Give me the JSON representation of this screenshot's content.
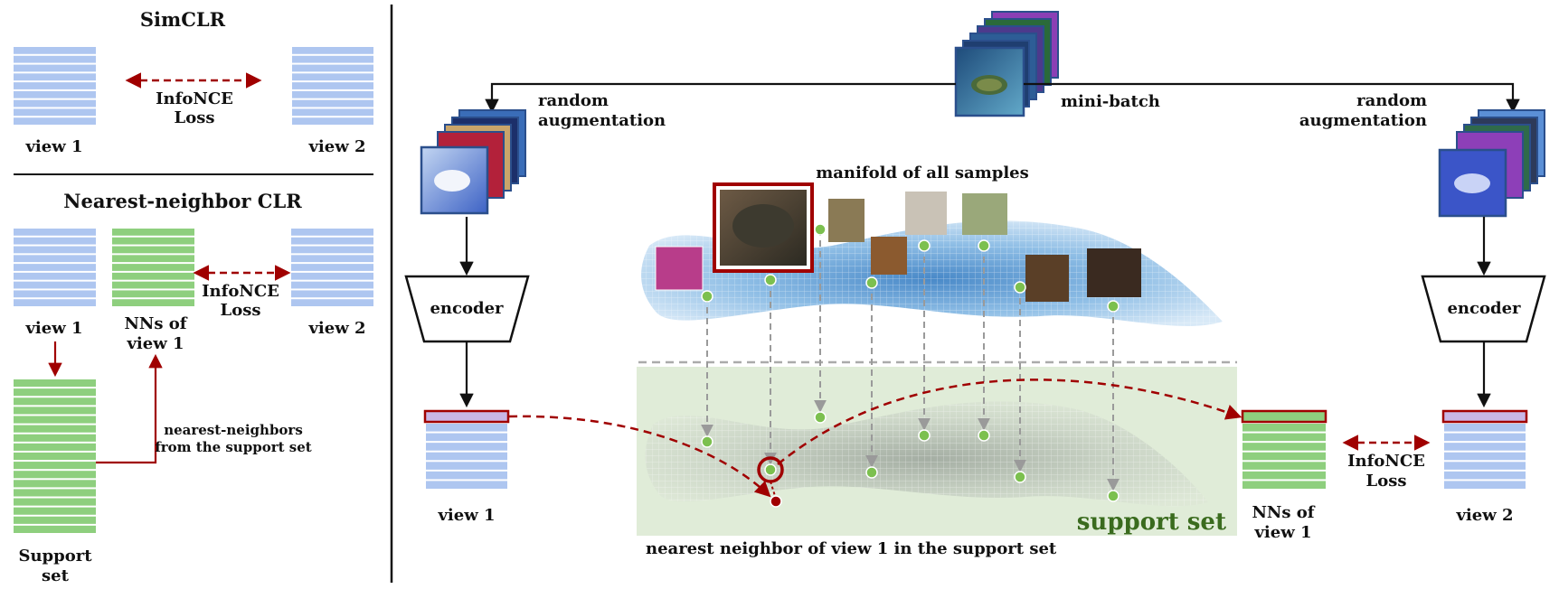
{
  "left_panel": {
    "simclr": {
      "title": "SimCLR",
      "loss_line1": "InfoNCE",
      "loss_line2": "Loss",
      "view1": "view 1",
      "view2": "view 2"
    },
    "nnclr": {
      "title": "Nearest-neighbor CLR",
      "view1": "view 1",
      "nn_line1": "NNs of",
      "nn_line2": "view 1",
      "loss_line1": "InfoNCE",
      "loss_line2": "Loss",
      "view2": "view 2",
      "support_line1": "Support",
      "support_line2": "set",
      "nn_note_line1": "nearest-neighbors",
      "nn_note_line2": "from the support set"
    }
  },
  "right_panel": {
    "minibatch": "mini-batch",
    "aug_left_line1": "random",
    "aug_left_line2": "augmentation",
    "aug_right_line1": "random",
    "aug_right_line2": "augmentation",
    "encoder_left": "encoder",
    "encoder_right": "encoder",
    "manifold": "manifold of  all samples",
    "view1": "view 1",
    "nn_line1": "NNs of",
    "nn_line2": "view 1",
    "loss_line1": "InfoNCE",
    "loss_line2": "Loss",
    "view2": "view 2",
    "support_set": "support set",
    "caption": "nearest neighbor of view 1 in the support set"
  },
  "colors": {
    "blue_row": "#aec6f0",
    "green_row": "#8ecf7e",
    "arrow_red": "#a00000",
    "support_bg": "#e0ecd8",
    "support_text": "#3a6b1e",
    "dot_green": "#7cc04f",
    "manifold_blue": "#6aa7d8",
    "frame_blue": "#2b4f8c"
  }
}
